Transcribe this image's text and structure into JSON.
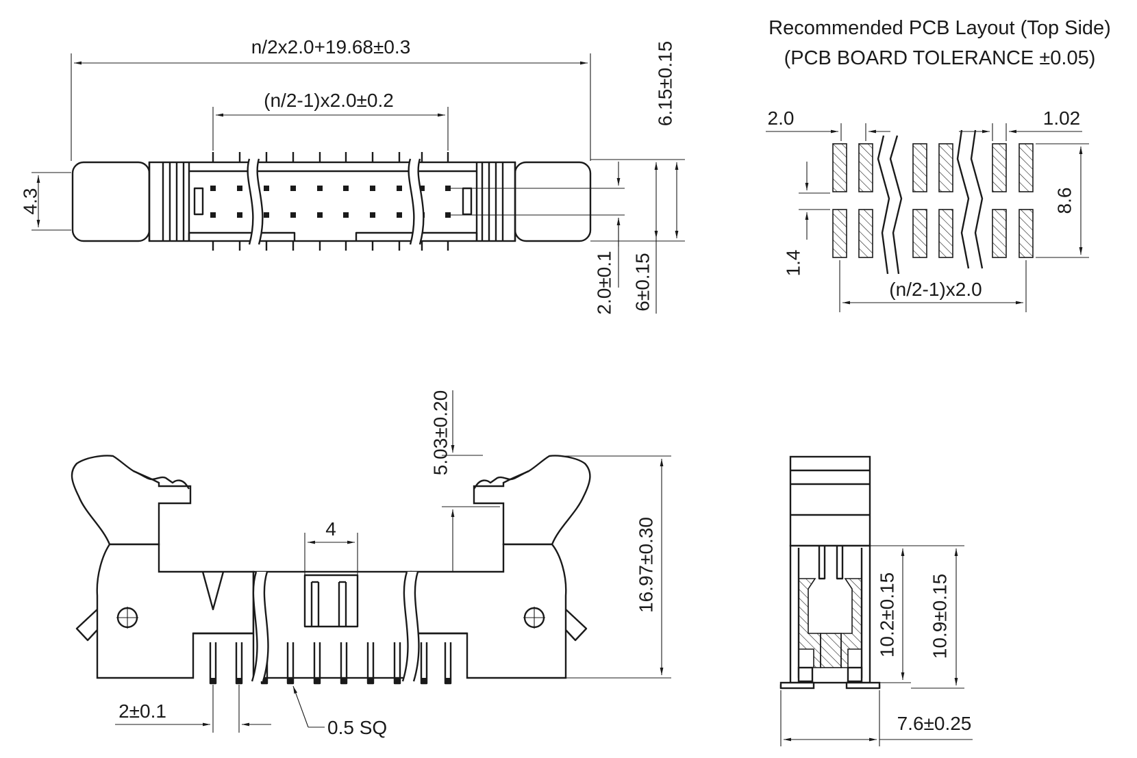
{
  "pcb_layout": {
    "title": "Recommended PCB Layout (Top Side)",
    "subtitle": "(PCB BOARD TOLERANCE ±0.05)",
    "dim_pitch": "2.0",
    "dim_pad_width": "1.02",
    "dim_row_span": "8.6",
    "dim_row_gap": "1.4",
    "dim_span": "(n/2-1)x2.0"
  },
  "top_view": {
    "dim_overall_length": "n/2x2.0+19.68±0.3",
    "dim_pin_span": "(n/2-1)x2.0±0.2",
    "dim_height": "6.15±0.15",
    "dim_body_height": "4.3",
    "dim_row_pitch": "2.0±0.1",
    "dim_body_depth": "6±0.15"
  },
  "front_view": {
    "dim_lever_height": "5.03±0.20",
    "dim_key_width": "4",
    "dim_total_height": "16.97±0.30",
    "dim_pin_pitch": "2±0.1",
    "dim_pin_size": "0.5  SQ"
  },
  "side_view": {
    "dim_inner_height": "10.2±0.15",
    "dim_outer_height": "10.9±0.15",
    "dim_width": "7.6±0.25"
  }
}
